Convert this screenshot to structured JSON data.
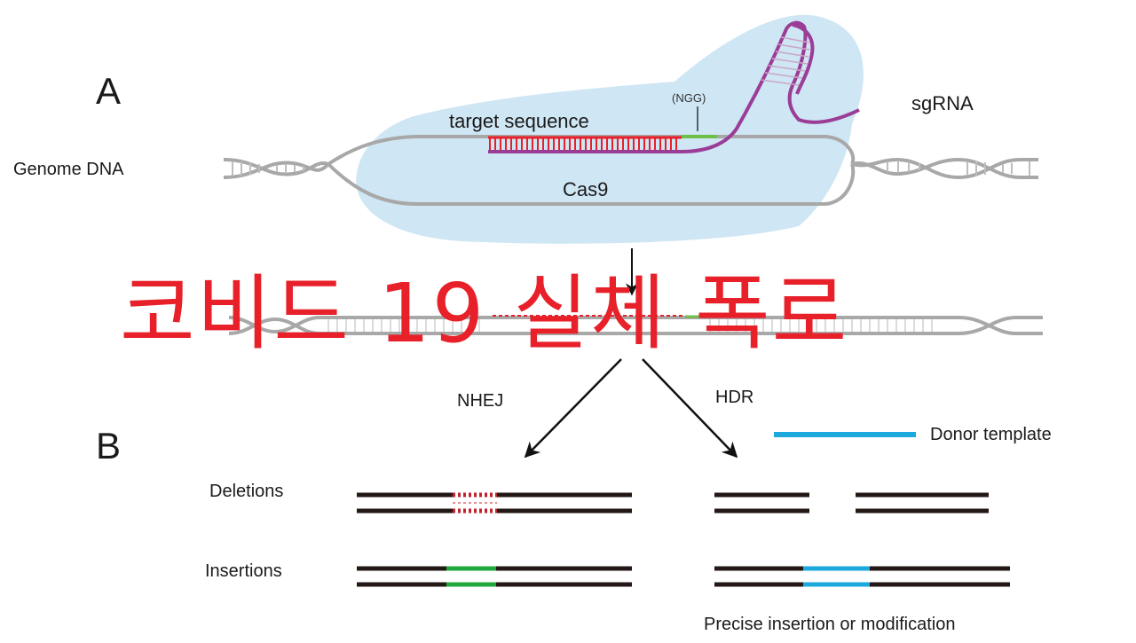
{
  "panels": {
    "a": "A",
    "b": "B"
  },
  "labels": {
    "ngg": "(NGG)",
    "target_sequence": "target sequence",
    "sgrna": "sgRNA",
    "genome_dna": "Genome DNA",
    "cas9": "Cas9",
    "nhej": "NHEJ",
    "hdr": "HDR",
    "donor_template": "Donor template",
    "deletions": "Deletions",
    "insertions": "Insertions",
    "precise": "Precise insertion or modification"
  },
  "overlay_text": "코비드 19 실체 폭로",
  "colors": {
    "cas9_blob": "#cfe6f4",
    "dna_gray": "#a8a8a8",
    "sgrna_purple": "#9b3d97",
    "target_red": "#e8202a",
    "pam_green": "#6cc04a",
    "strand": "#231815",
    "insert_green": "#1fa83b",
    "donor_blue": "#1ba8dd",
    "overlay_red": "#e8202a"
  }
}
